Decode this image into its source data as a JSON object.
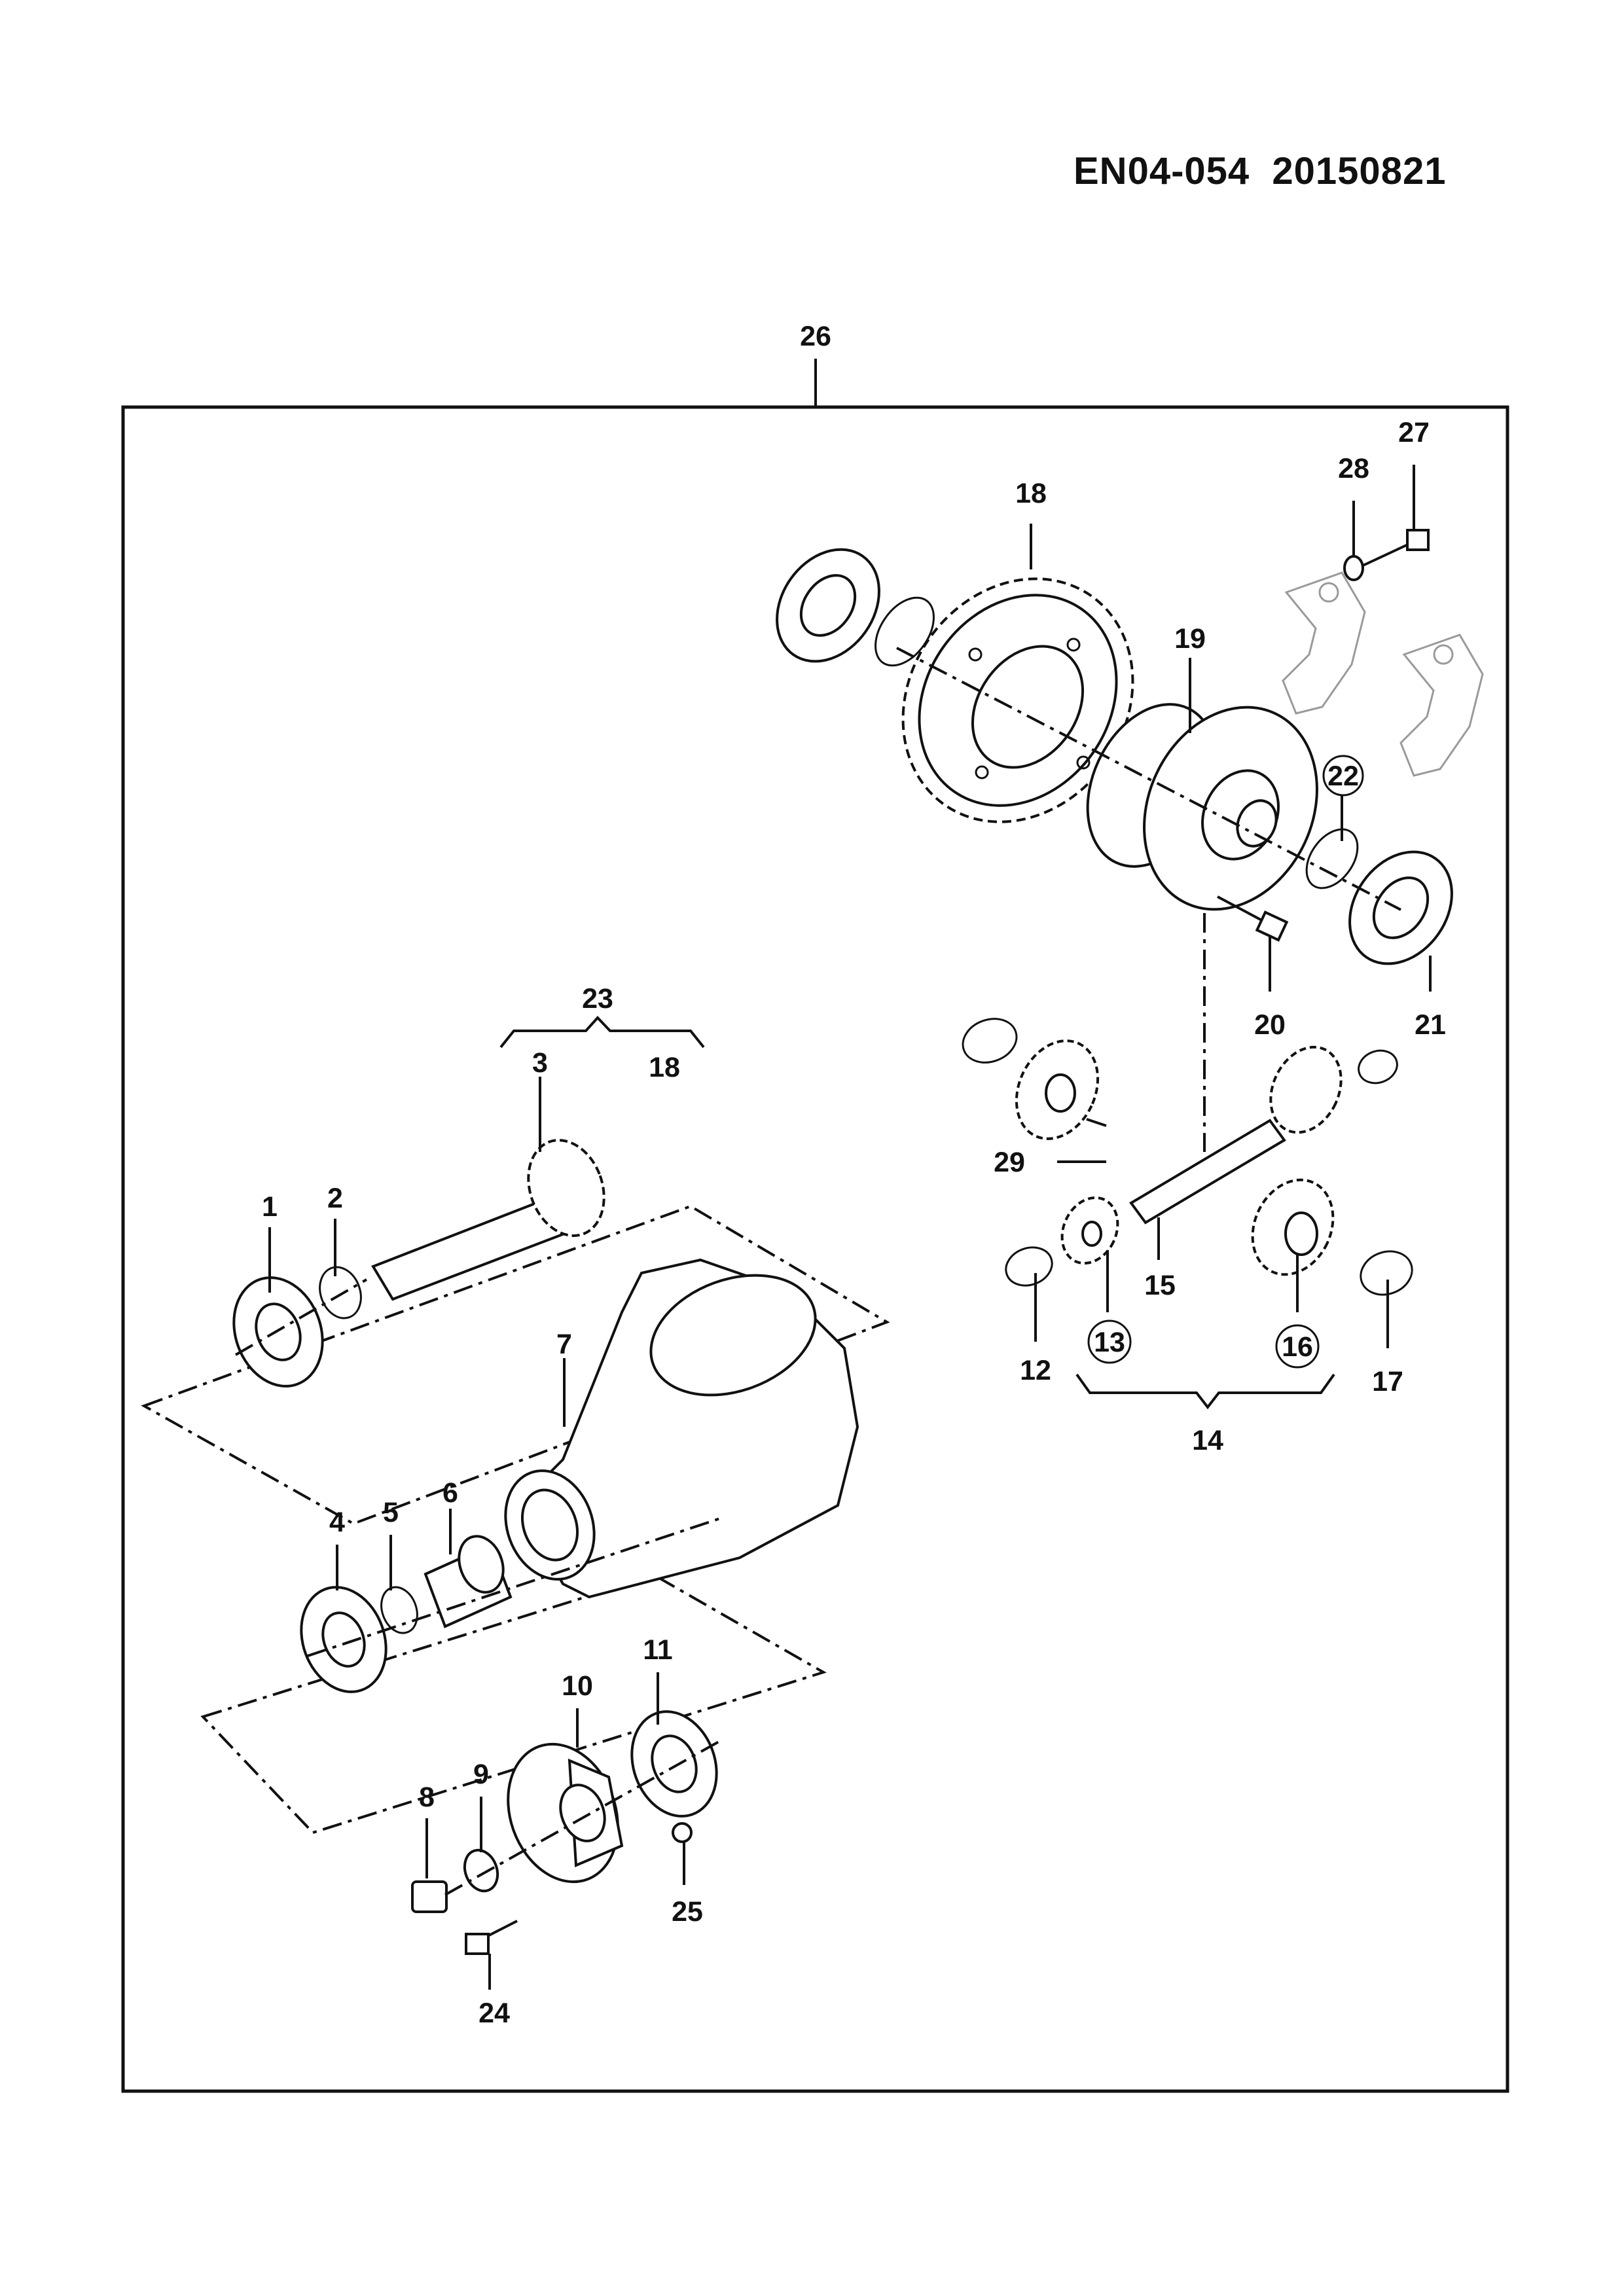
{
  "document": {
    "code": "EN04-054",
    "date": "20150821"
  },
  "assembly": {
    "label": "26"
  },
  "part_labels": {
    "p1": "1",
    "p2": "2",
    "p3": "3",
    "p4": "4",
    "p5": "5",
    "p6": "6",
    "p7": "7",
    "p8": "8",
    "p9": "9",
    "p10": "10",
    "p11": "11",
    "p12": "12",
    "p13": "13",
    "p14": "14",
    "p15": "15",
    "p16": "16",
    "p17": "17",
    "p18a": "18",
    "p18b": "18",
    "p19": "19",
    "p20": "20",
    "p21": "21",
    "p22": "22",
    "p23": "23",
    "p24": "24",
    "p25": "25",
    "p27": "27",
    "p28": "28",
    "p29": "29"
  },
  "circled_labels": [
    "13",
    "16",
    "22"
  ]
}
